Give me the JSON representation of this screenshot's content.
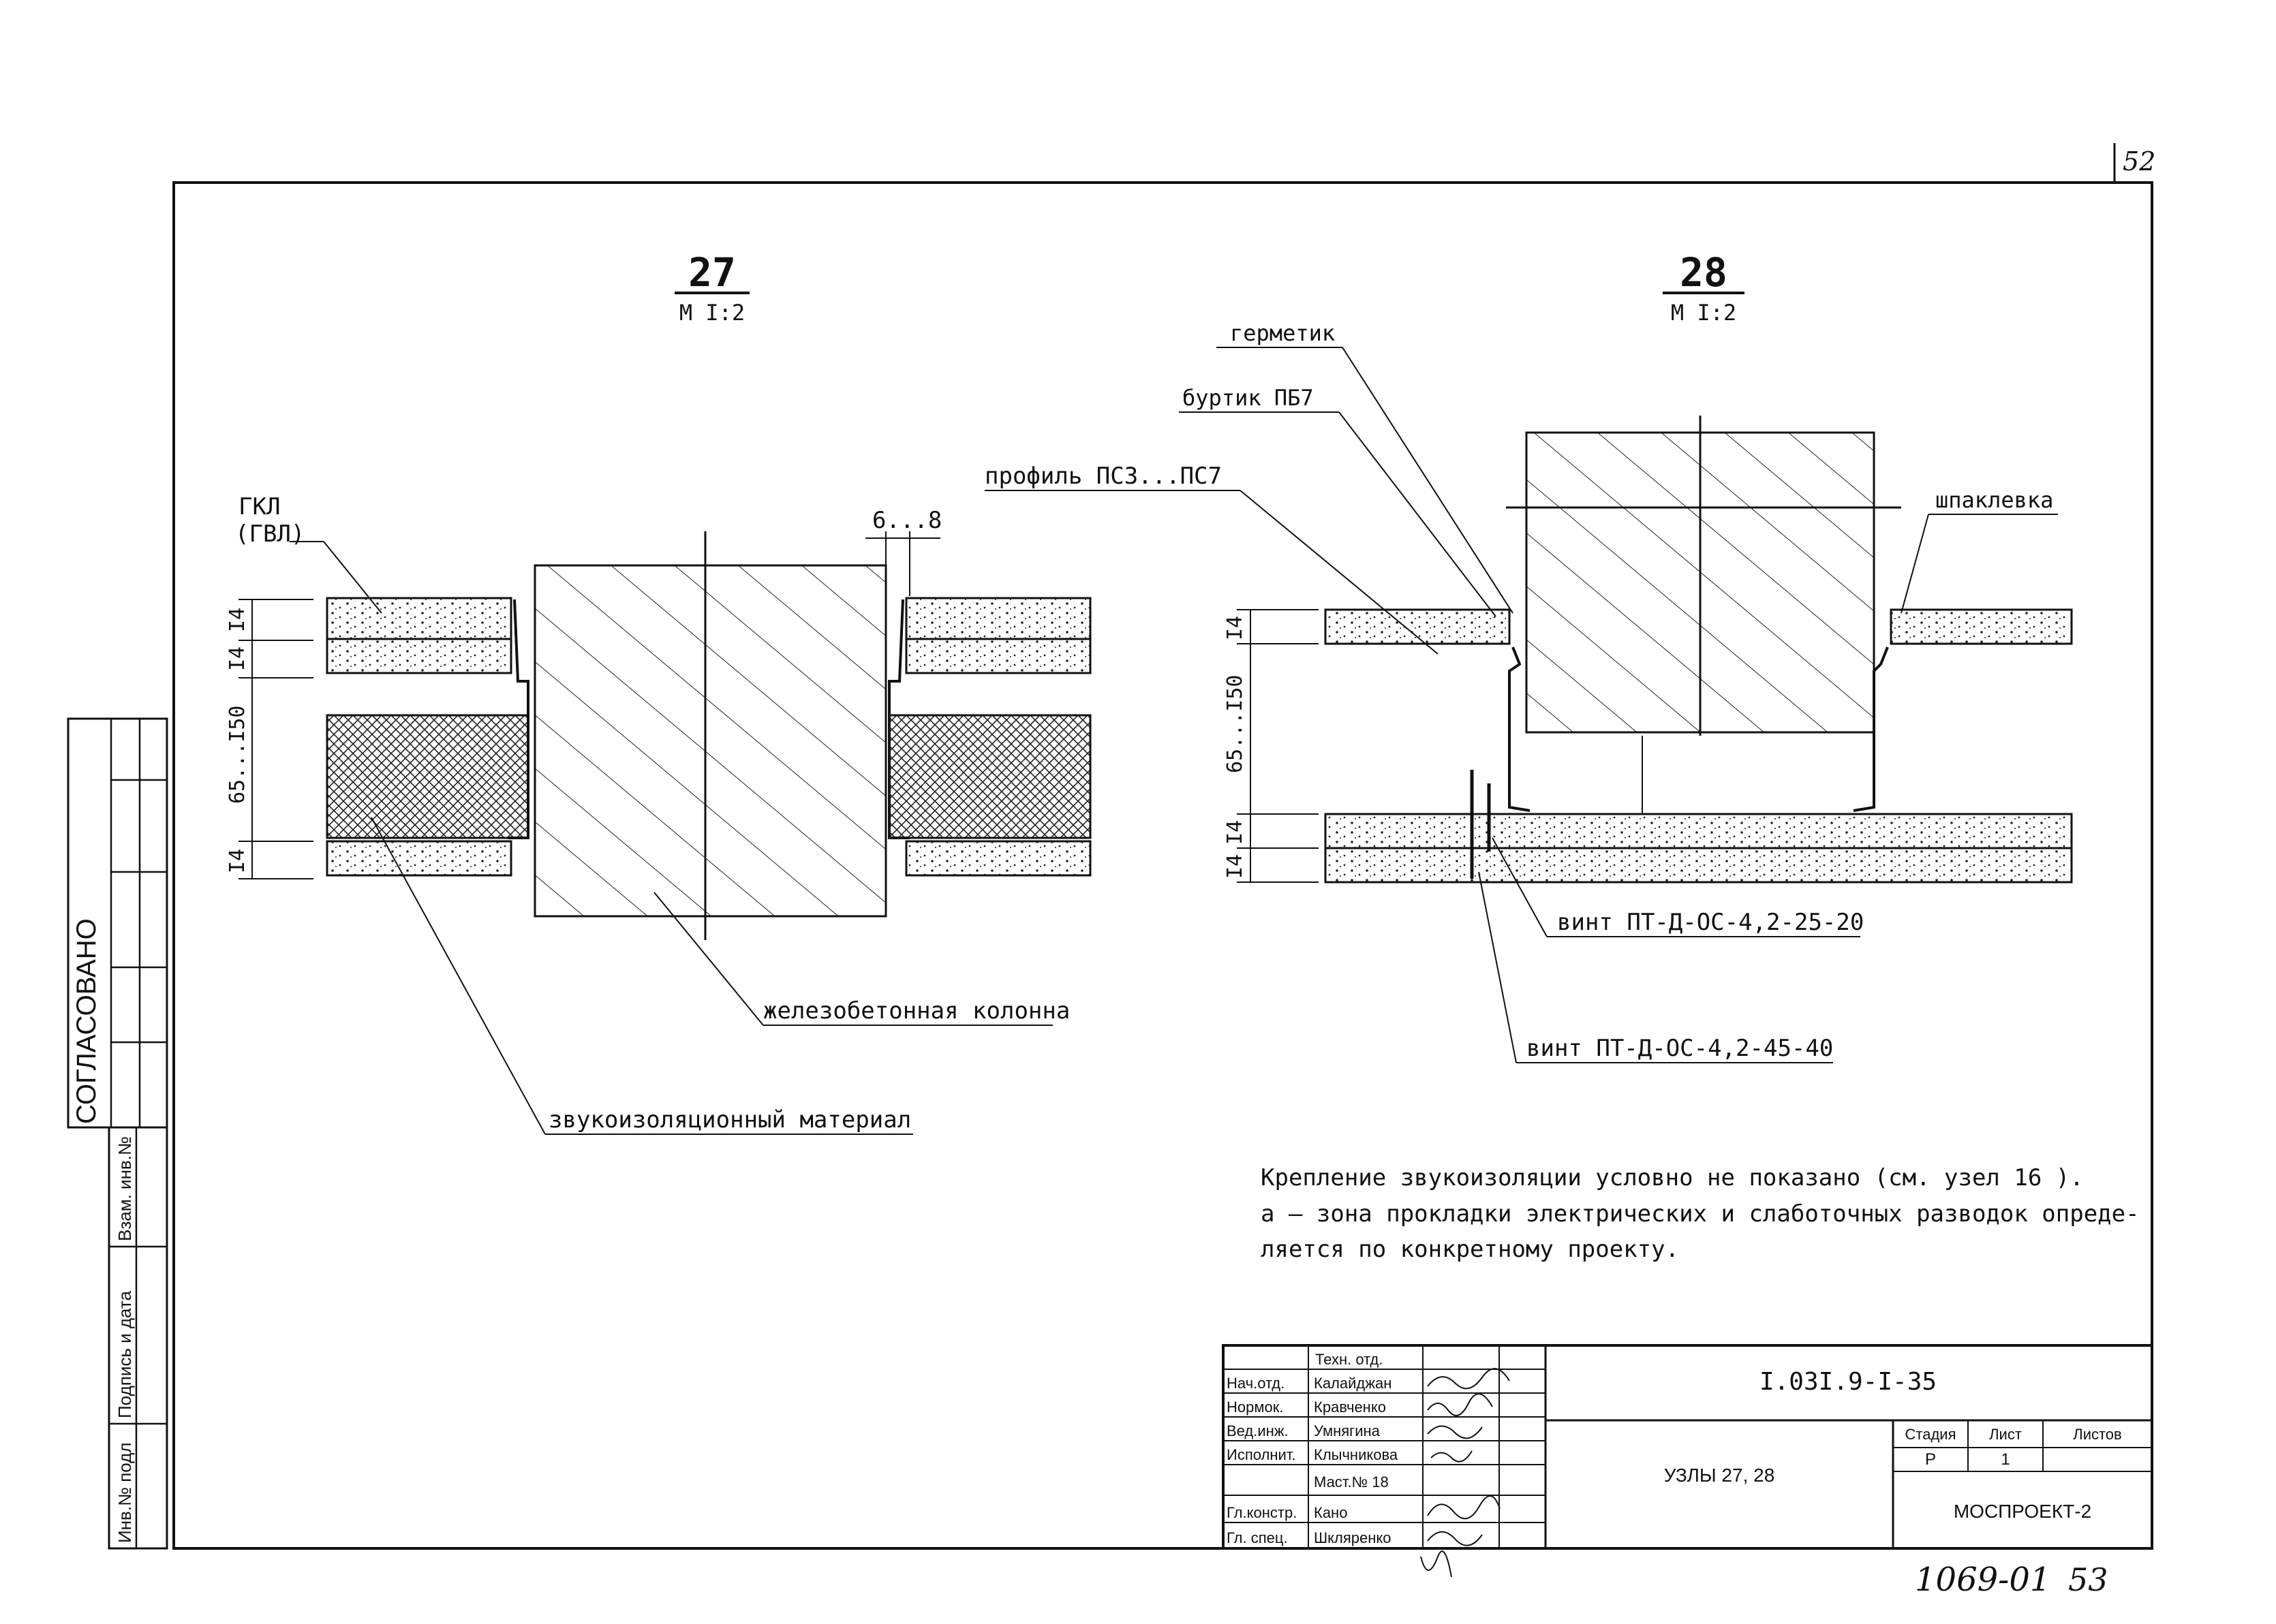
{
  "page_number": "52",
  "sheet_stamp": "1069-01",
  "sheet_stamp_num": "53",
  "sidebar": {
    "title": "СОГЛАСОВАНО",
    "labels": [
      "Инв.№ подл",
      "Подпись и дата",
      "Взам. инв.№"
    ]
  },
  "node27": {
    "number": "27",
    "scale": "М I:2",
    "labels": {
      "gkl": "ГКЛ",
      "gvl": "(ГВЛ)",
      "gap": "6...8",
      "column": "железобетонная колонна",
      "insulation": "звукоизоляционный материал"
    },
    "dims": [
      "I4",
      "I4",
      "65...I50",
      "I4"
    ]
  },
  "node28": {
    "number": "28",
    "scale": "М I:2",
    "labels": {
      "sealant": "герметик",
      "cord": "буртик ПБ7",
      "profile": "профиль ПСЗ...ПС7",
      "putty": "шпаклевка",
      "screw1": "винт ПТ-Д-ОС-4,2-25-20",
      "screw2": "винт ПТ-Д-ОС-4,2-45-40"
    },
    "dims": [
      "I4",
      "65...I50",
      "I4",
      "I4"
    ]
  },
  "notes": [
    "Крепление звукоизоляции условно не показано (см. узел 16 ).",
    "а – зона прокладки электрических и слаботочных разводок опреде-",
    "ляется по конкретному проекту."
  ],
  "title_block": {
    "doc_code": "I.03I.9-I-35",
    "title": "УЗЛЫ 27, 28",
    "org": "МОСПРОЕКТ-2",
    "header_role": "Техн. отд.",
    "roles": [
      "Нач.отд.",
      "Нормок.",
      "Вед.инж.",
      "Исполнит.",
      "",
      "Гл.констр.",
      "Гл. спец."
    ],
    "names": [
      "Калайджан",
      "Кравченко",
      "Умнягина",
      "Клычникова",
      "Маст.№ 18",
      "Кано",
      "Шкляренко"
    ],
    "stage_header": "Стадия",
    "sheet_header": "Лист",
    "sheets_header": "Листов",
    "stage": "Р",
    "sheet": "1",
    "sheets": ""
  },
  "colors": {
    "ink": "#111111",
    "hatch": "#222222",
    "paper": "#ffffff"
  }
}
